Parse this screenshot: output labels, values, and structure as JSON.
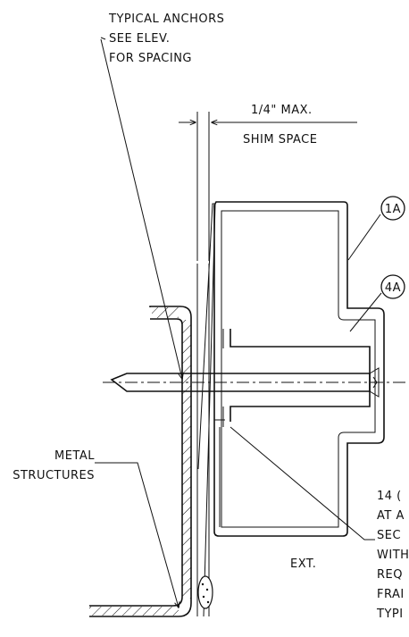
{
  "notes": {
    "anchors": [
      "TYPICAL ANCHORS",
      "SEE ELEV.",
      "FOR SPACING"
    ],
    "shim_max": "1/4\" MAX.",
    "shim_space": "SHIM SPACE",
    "metal": [
      "METAL",
      "STRUCTURES"
    ],
    "ext": "EXT.",
    "cutoff": [
      "14 (",
      "AT A",
      "SEC",
      "WITH",
      "REQ",
      "FRAI",
      "TYPI"
    ]
  },
  "tags": {
    "frame": "1A",
    "insert": "4A"
  }
}
